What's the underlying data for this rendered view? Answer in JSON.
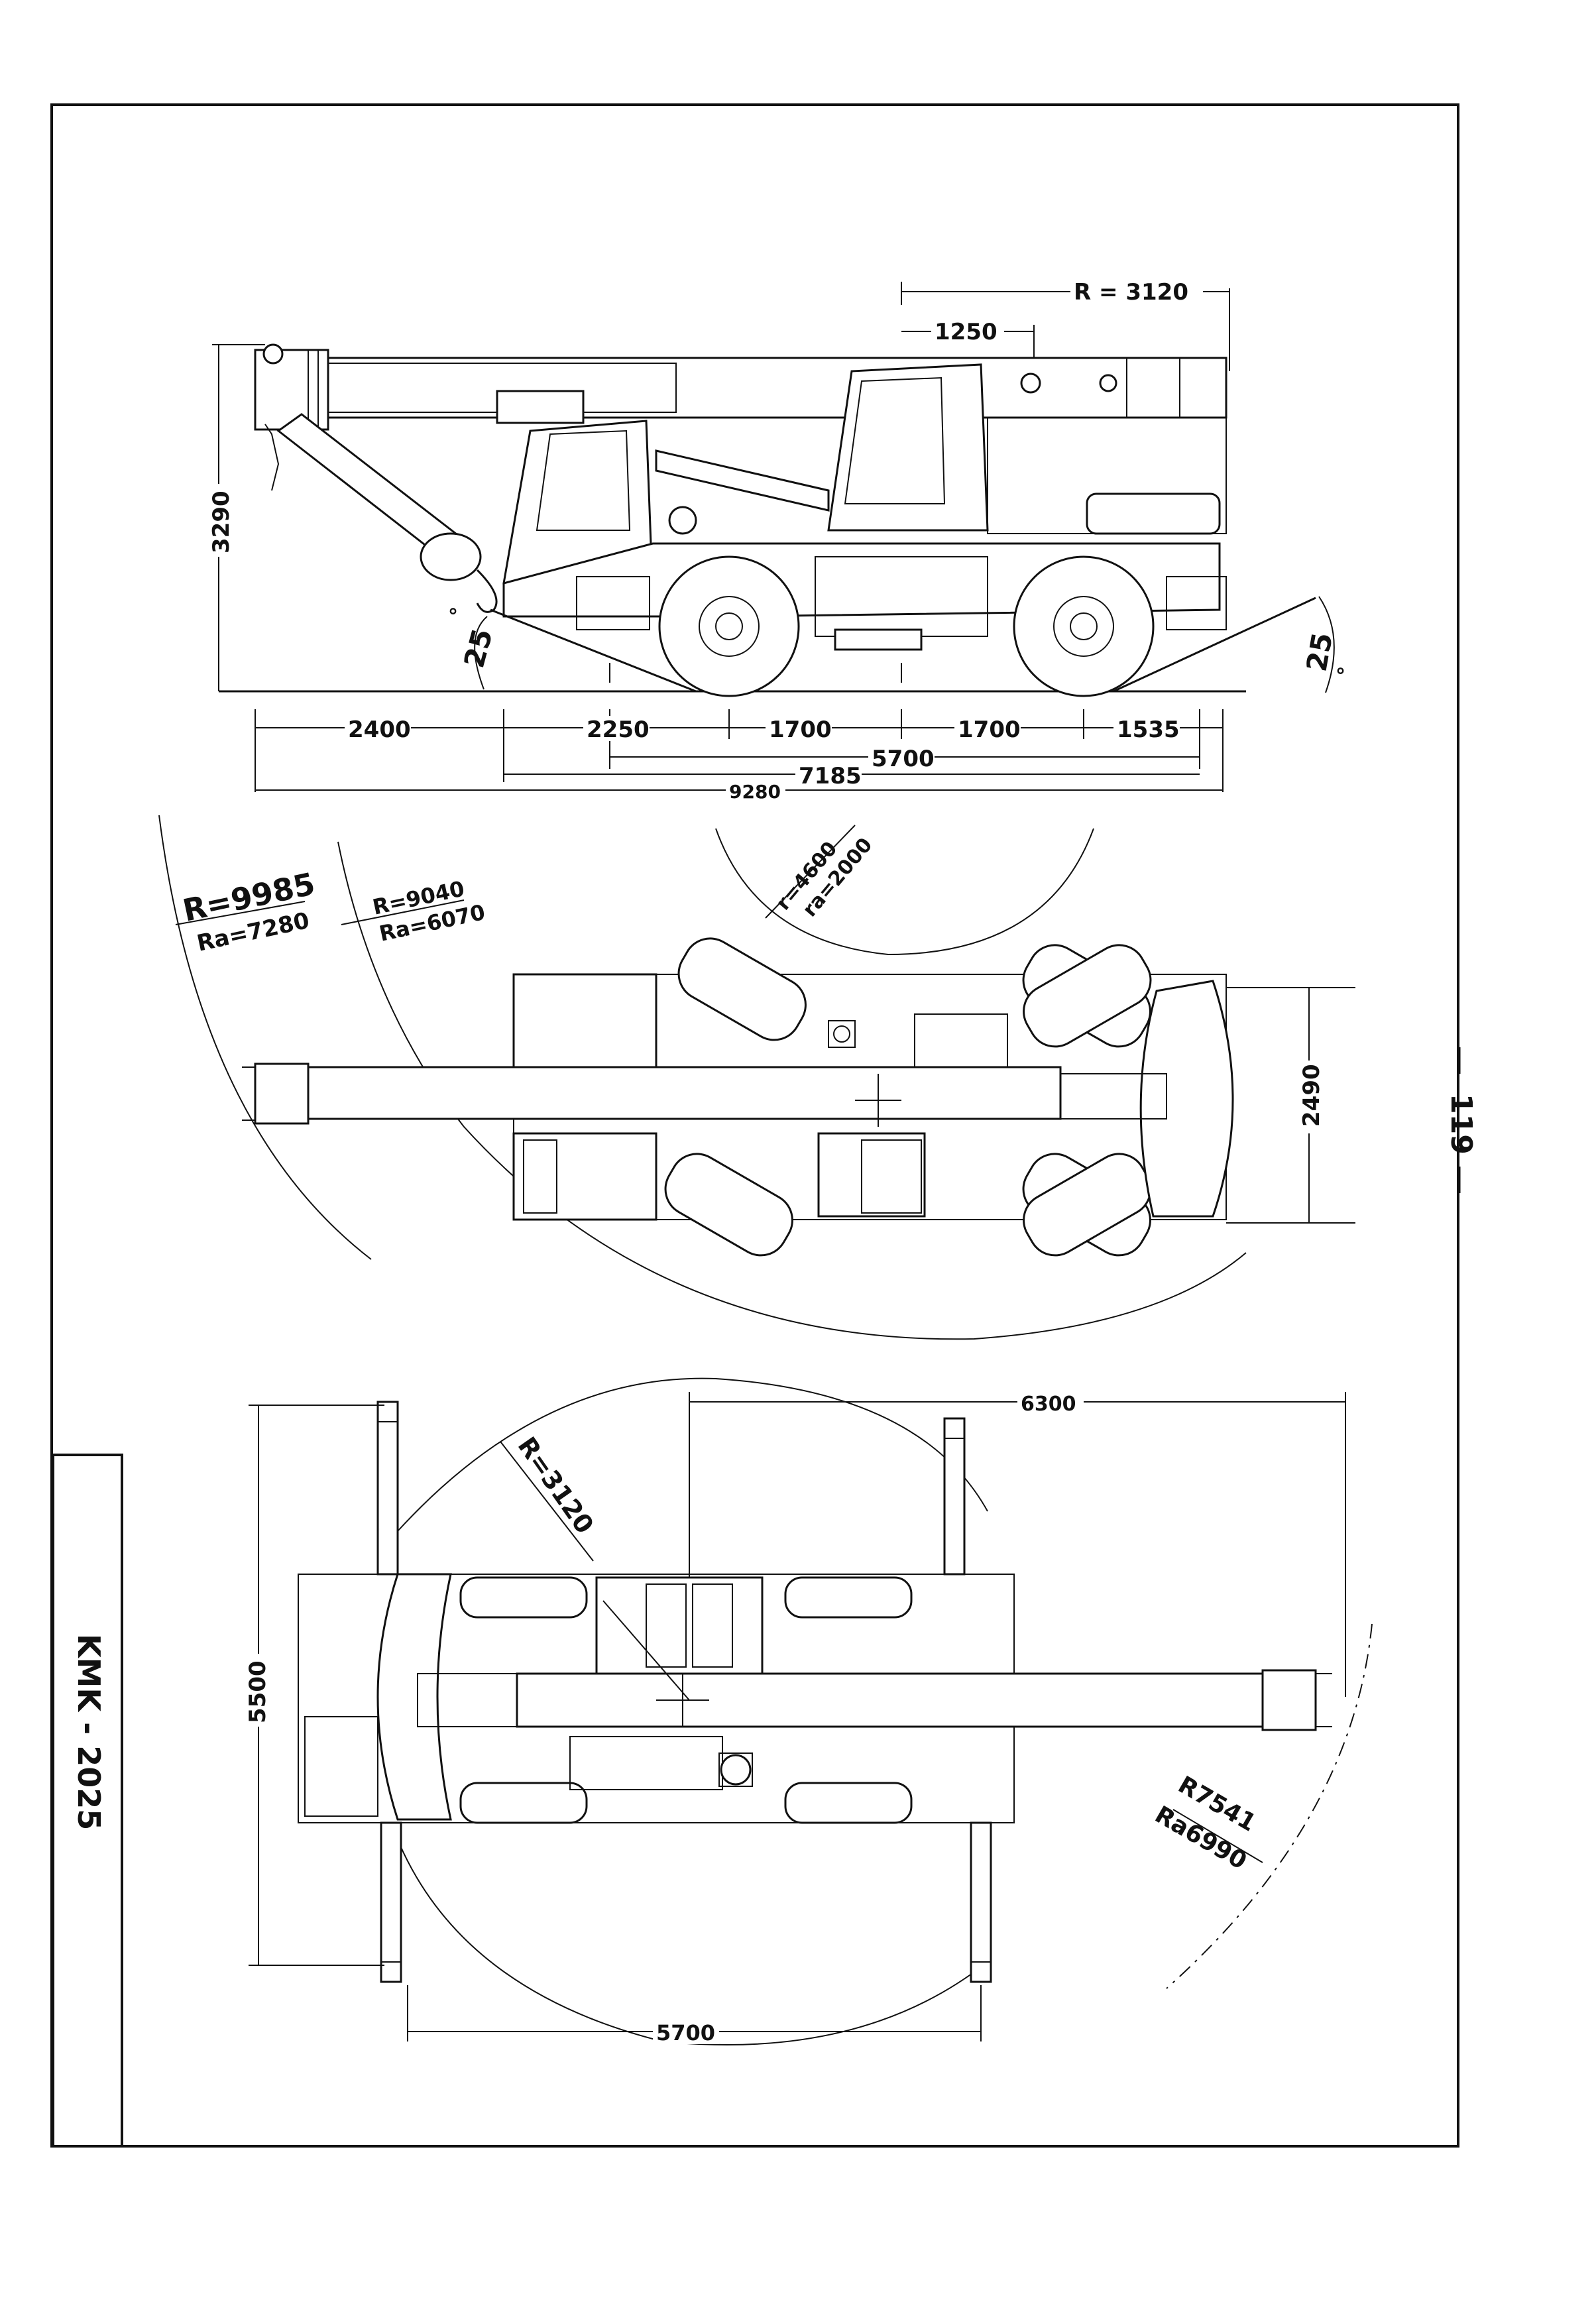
{
  "model": "KMK - 2025",
  "page_number": "119",
  "side_view": {
    "dim_r_top": "R = 3120",
    "dim_1250": "1250",
    "dim_3290": "3290",
    "angle_left": "25",
    "angle_left_mark": "°",
    "angle_right": "25",
    "angle_right_mark": "°",
    "dim_2400": "2400",
    "dim_2250": "2250",
    "dim_1700a": "1700",
    "dim_1700b": "1700",
    "dim_1535": "1535",
    "dim_5700": "5700",
    "dim_7185": "7185",
    "dim_9280": "9280"
  },
  "top_view": {
    "r9985": "R=9985",
    "ra7280": "Ra=7280",
    "r9040": "R=9040",
    "ra6070": "Ra=6070",
    "r4600": "r=4600",
    "ra2000": "ra=2000",
    "dim_2490": "2490"
  },
  "outrigger_view": {
    "dim_6300": "6300",
    "r3120": "R=3120",
    "dim_5500": "5500",
    "r7541": "R7541",
    "ra6990": "Ra6990",
    "dim_5700": "5700"
  }
}
